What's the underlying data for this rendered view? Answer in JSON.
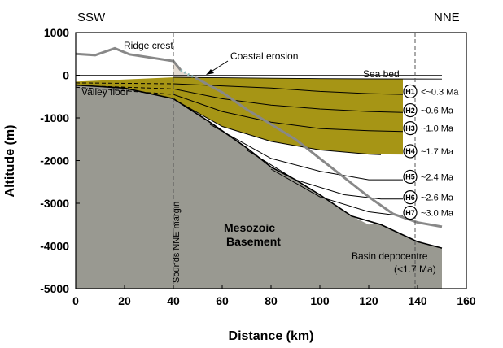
{
  "chart_data": {
    "type": "line",
    "xlabel": "Distance (km)",
    "ylabel": "Altitude (m)",
    "xlim": [
      0,
      160
    ],
    "ylim": [
      -5000,
      1000
    ],
    "x_ticks": [
      0,
      20,
      40,
      60,
      80,
      100,
      120,
      140,
      160
    ],
    "y_ticks": [
      1000,
      0,
      -1000,
      -2000,
      -3000,
      -4000,
      -5000
    ],
    "x_tick_labels": [
      "0",
      "20",
      "40",
      "60",
      "80",
      "100",
      "120",
      "140",
      "160"
    ],
    "y_tick_labels": [
      "1000",
      "0",
      "-1000",
      "-2000",
      "-3000",
      "-4000",
      "-5000"
    ],
    "direction_left": "SSW",
    "direction_right": "NNE",
    "annotations": {
      "ridge_crest": "Ridge crest",
      "coastal_erosion": "Coastal erosion",
      "sea_bed": "Sea bed",
      "valley_floor": "Valley floor",
      "sounds_margin": "Sounds NNE margin",
      "basement_line1": "Mesozoic",
      "basement_line2": "Basement",
      "depocentre_line1": "Basin depocentre",
      "depocentre_line2": "(<1.7 Ma)"
    },
    "colors": {
      "basement": "#999991",
      "sediment": "#a69515",
      "topo_line": "#888888",
      "dotted_link": "#8fbcbc",
      "ridge_fill": "#e4dbd2"
    },
    "series": [
      {
        "name": "Ridge crest",
        "x": [
          0,
          8,
          16,
          22,
          40,
          43
        ],
        "y": [
          500,
          470,
          630,
          490,
          330,
          120
        ]
      },
      {
        "name": "Coastal erosion",
        "x": [
          43,
          46,
          49
        ],
        "y": [
          120,
          20,
          -60
        ]
      },
      {
        "name": "Sea bed",
        "x": [
          40,
          60,
          80,
          100,
          120,
          150
        ],
        "y": [
          -50,
          -60,
          -70,
          -80,
          -85,
          -90
        ]
      },
      {
        "x": [
          49,
          60,
          70,
          80,
          90,
          100,
          110,
          120,
          130,
          140,
          150
        ],
        "y": [
          -60,
          -400,
          -800,
          -1150,
          -1500,
          -1950,
          -2400,
          -2850,
          -3250,
          -3450,
          -3550
        ]
      },
      {
        "x": [
          0,
          20,
          40,
          55,
          70,
          80,
          90,
          100,
          113,
          125,
          140,
          150
        ],
        "y": [
          -230,
          -300,
          -550,
          -1100,
          -1700,
          -2150,
          -2450,
          -2800,
          -3300,
          -3500,
          -3900,
          -4050
        ]
      }
    ],
    "horizons": [
      {
        "id": "H1",
        "age": "<~0.3 Ma",
        "x": [
          0,
          40,
          60,
          80,
          100,
          120,
          134
        ],
        "y": [
          -180,
          -200,
          -250,
          -300,
          -380,
          -430,
          -450
        ]
      },
      {
        "id": "H2",
        "age": "~0.6 Ma",
        "x": [
          0,
          40,
          60,
          80,
          100,
          120,
          134
        ],
        "y": [
          -240,
          -320,
          -550,
          -700,
          -790,
          -850,
          -870
        ]
      },
      {
        "id": "H3",
        "age": "~1.0 Ma",
        "x": [
          0,
          40,
          60,
          80,
          100,
          120,
          134
        ],
        "y": [
          -280,
          -450,
          -850,
          -1100,
          -1250,
          -1300,
          -1320
        ]
      },
      {
        "id": "H4",
        "age": "~1.7 Ma",
        "x": [
          40,
          60,
          80,
          100,
          120,
          125
        ],
        "y": [
          -560,
          -1200,
          -1550,
          -1750,
          -1850,
          -1860
        ]
      },
      {
        "id": "H5",
        "age": "~2.4 Ma",
        "x": [
          55,
          80,
          100,
          120,
          134
        ],
        "y": [
          -1150,
          -1950,
          -2250,
          -2450,
          -2450
        ]
      },
      {
        "id": "H6",
        "age": "~2.6 Ma",
        "x": [
          70,
          90,
          110,
          125,
          134
        ],
        "y": [
          -1750,
          -2450,
          -2800,
          -2900,
          -2900
        ]
      },
      {
        "id": "H7",
        "age": "~3.0 Ma",
        "x": [
          80,
          100,
          120,
          134
        ],
        "y": [
          -2200,
          -2850,
          -3200,
          -3300
        ]
      }
    ],
    "reference_lines_x": [
      40,
      139
    ]
  }
}
